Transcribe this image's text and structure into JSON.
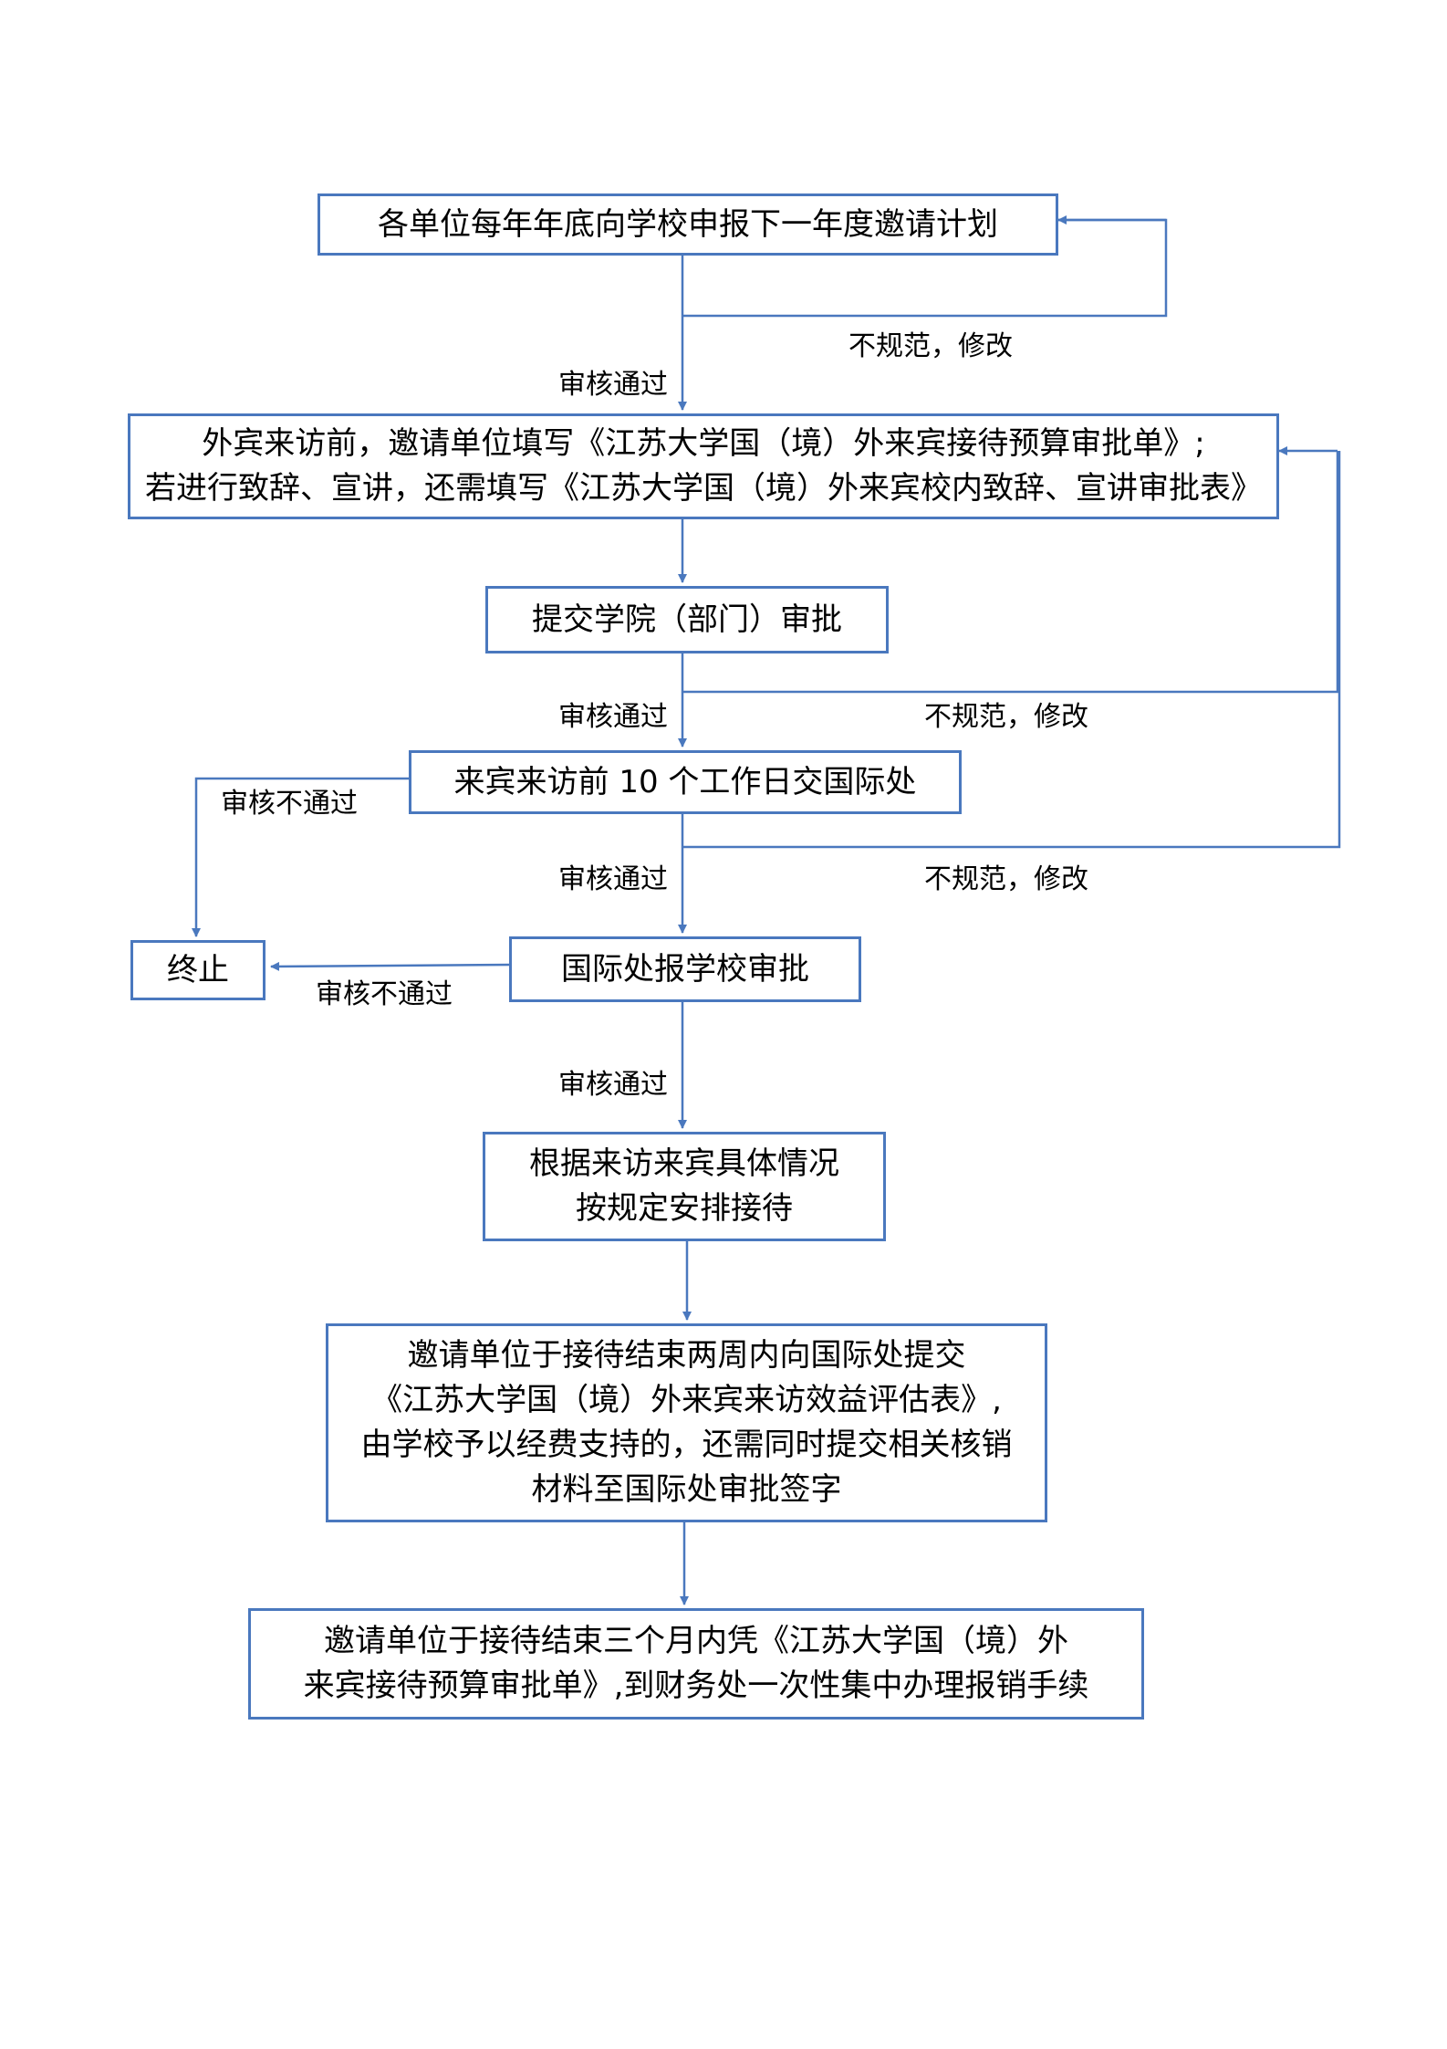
{
  "boxes": {
    "plan": {
      "lines": [
        "各单位每年年底向学校申报下一年度邀请计划"
      ]
    },
    "before_visit": {
      "lines": [
        "外宾来访前，邀请单位填写《江苏大学国（境）外来宾接待预算审批单》;",
        "若进行致辞、宣讲，还需填写《江苏大学国（境）外来宾校内致辞、宣讲审批表》"
      ]
    },
    "dept_approval": {
      "lines": [
        "提交学院（部门）审批"
      ]
    },
    "ten_days": {
      "lines": [
        "来宾来访前 10 个工作日交国际处"
      ]
    },
    "terminate": {
      "lines": [
        "终止"
      ]
    },
    "school_approval": {
      "lines": [
        "国际处报学校审批"
      ]
    },
    "arrange": {
      "lines": [
        "根据来访来宾具体情况",
        "按规定安排接待"
      ]
    },
    "evaluation": {
      "lines": [
        "邀请单位于接待结束两周内向国际处提交",
        "《江苏大学国（境）外来宾来访效益评估表》,",
        "由学校予以经费支持的，还需同时提交相关核销",
        "材料至国际处审批签字"
      ]
    },
    "reimburse": {
      "lines": [
        "邀请单位于接待结束三个月内凭《江苏大学国（境）外",
        "来宾接待预算审批单》,到财务处一次性集中办理报销手续"
      ]
    }
  },
  "labels": {
    "fix1": "不规范，修改",
    "pass1": "审核通过",
    "pass2": "审核通过",
    "fix2": "不规范，修改",
    "fail1": "审核不通过",
    "pass3": "审核通过",
    "fix3": "不规范，修改",
    "fail2": "审核不通过",
    "pass4": "审核通过"
  },
  "colors": {
    "stroke": "#4a78be",
    "text": "#000000"
  }
}
